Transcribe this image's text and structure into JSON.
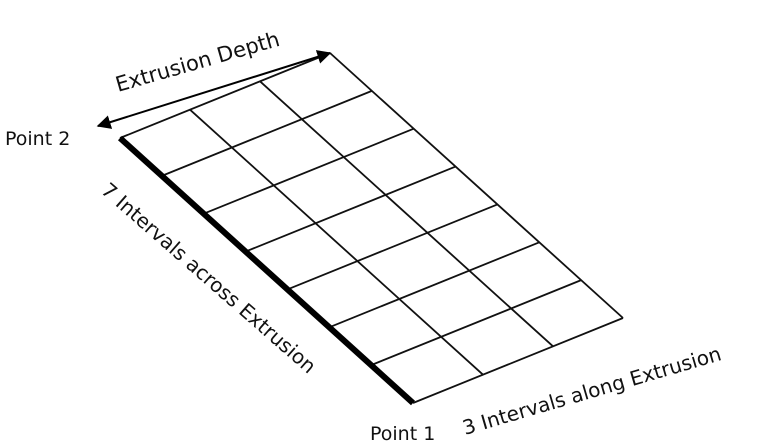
{
  "labels": {
    "extrusion_depth": "Extrusion Depth",
    "point_2": "Point 2",
    "point_1": "Point 1",
    "across": "7 Intervals across Extrusion",
    "along": "3 Intervals along Extrusion"
  },
  "mesh": {
    "intervals_across": 7,
    "intervals_along": 3
  },
  "colors": {
    "grid_line": "#111111",
    "bold_edge": "#000000",
    "text": "#111111",
    "background": "#ffffff"
  }
}
